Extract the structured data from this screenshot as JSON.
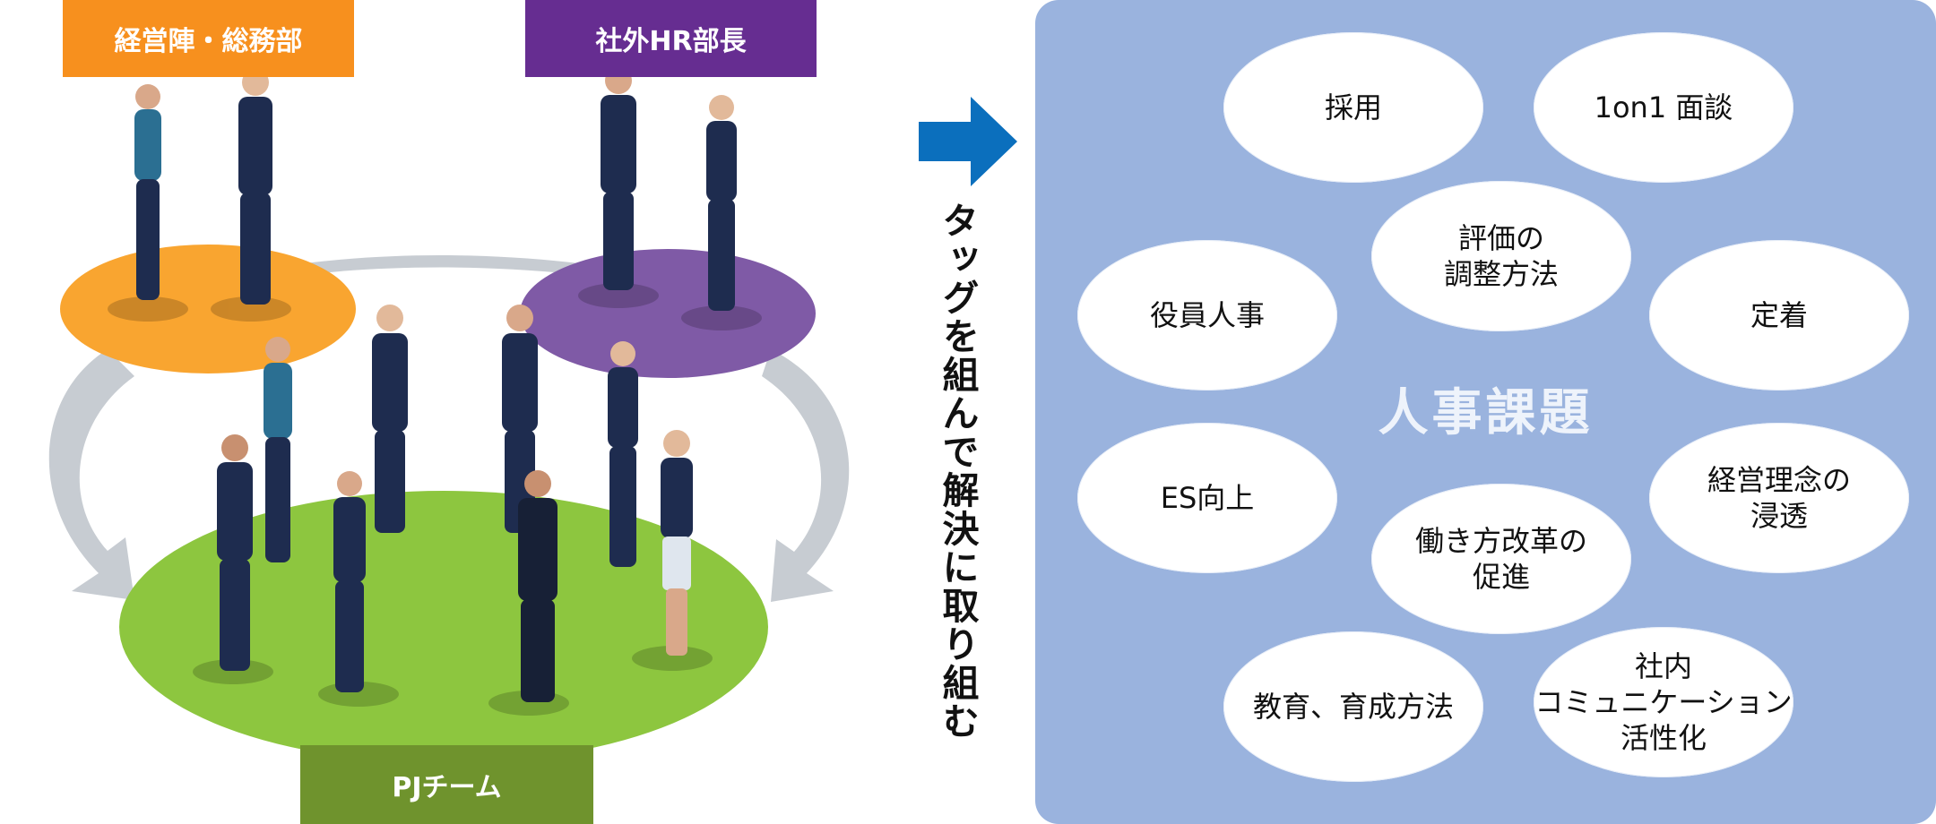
{
  "labels": {
    "management": "経営陣・総務部",
    "external_hr": "社外HR部長",
    "pj_team": "PJチーム"
  },
  "vertical_text": "タッグを組んで解決に取り組む",
  "panel": {
    "title": "人事課題",
    "bubbles": [
      "採用",
      "1on1 面談",
      "評価の\n調整方法",
      "役員人事",
      "定着",
      "ES向上",
      "経営理念の\n浸透",
      "働き方改革の\n促進",
      "教育、育成方法",
      "社内\nコミュニケーション\n活性化"
    ]
  },
  "colors": {
    "management": "#f7901e",
    "external_hr": "#662d91",
    "pj_team": "#6f932d",
    "orange_ellipse": "#f9a530",
    "purple_ellipse": "#7f5aa6",
    "green_ellipse": "#8dc63f",
    "arrow": "#0b6fbd",
    "panel": "#9ab3de",
    "suit": "#1e2c4f"
  }
}
